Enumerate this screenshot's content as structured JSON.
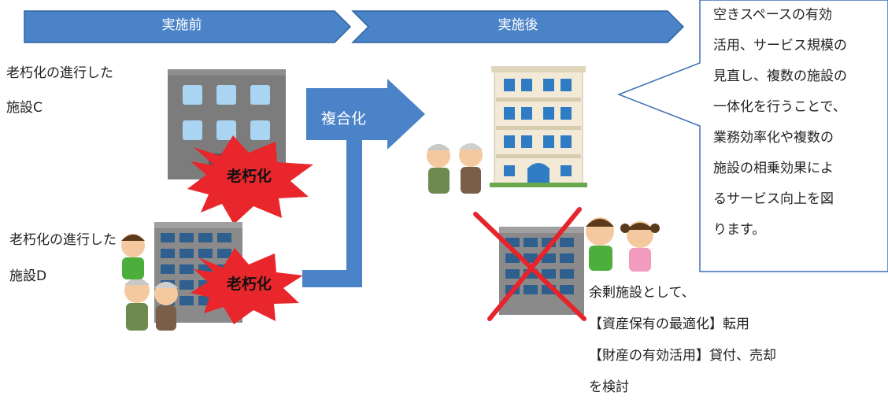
{
  "phases": {
    "before": "実施前",
    "after": "実施後"
  },
  "facility_c": {
    "line1": "老朽化の進行した",
    "line2": "施設C"
  },
  "facility_d": {
    "line1": "老朽化の進行した",
    "line2": "施設D"
  },
  "aging_badge_c": "老朽化",
  "aging_badge_d": "老朽化",
  "merge_label": "複合化",
  "callout": {
    "lines": [
      "空きスペースの有効",
      "活用、サービス規模の",
      "見直し、複数の施設の",
      "一体化を行うことで、",
      "業務効率化や複数の",
      "施設の相乗効果によ",
      "るサービス向上を図",
      "ります。"
    ]
  },
  "surplus": {
    "lines": [
      "余剰施設として、",
      "【資産保有の最適化】転用",
      "【財産の有効活用】貸付、売却",
      "を検討"
    ]
  },
  "colors": {
    "arrow_blue": "#4a83c8",
    "burst_red": "#e8262b",
    "cross_red": "#e5242b",
    "building_gray": "#7c7c7c",
    "window_blue": "#a9d4f2"
  }
}
